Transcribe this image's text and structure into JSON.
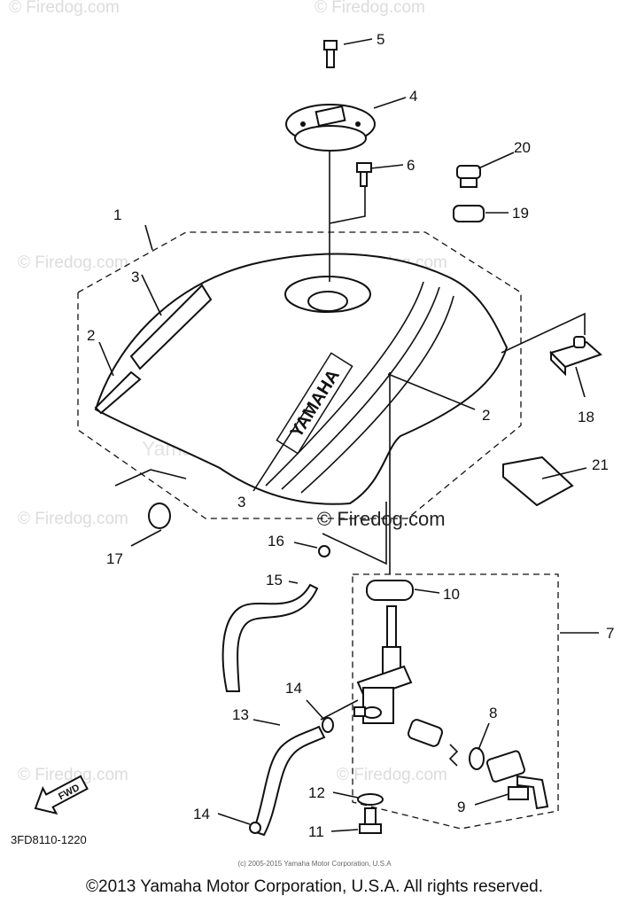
{
  "diagram": {
    "tank_brand": "YAMAHA",
    "diagram_code": "3FD8110-1220",
    "fwd_label": "FWD",
    "callouts": [
      "1",
      "2",
      "3",
      "2",
      "3",
      "4",
      "5",
      "6",
      "7",
      "8",
      "9",
      "10",
      "11",
      "12",
      "13",
      "14",
      "14",
      "15",
      "16",
      "17",
      "18",
      "19",
      "20",
      "21"
    ],
    "watermarks": {
      "firedog": "© Firedog.com",
      "firedog_short": "© Firedog.com",
      "center": "Yamaha Motor Corp. U.S.A.",
      "source_line": "(c) 2005-2015 Yamaha Motor Corporation, U.S.A"
    }
  },
  "footer": {
    "copyright": "©2013 Yamaha Motor Corporation, U.S.A. All rights reserved."
  }
}
